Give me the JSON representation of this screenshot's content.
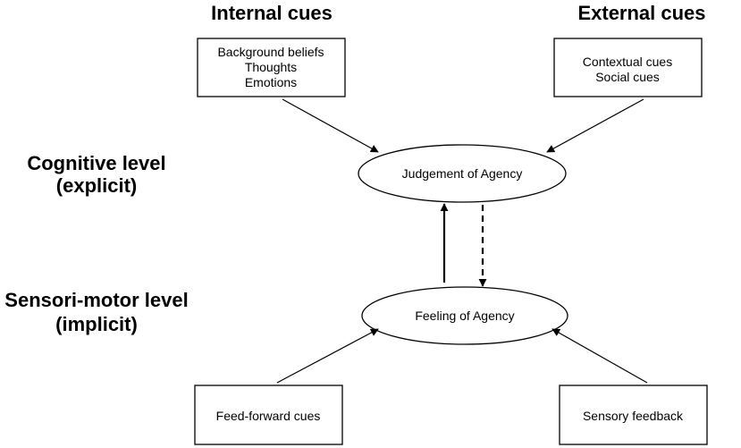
{
  "headings": {
    "internal_cues": "Internal cues",
    "external_cues": "External cues",
    "cognitive_level_line1": "Cognitive level",
    "cognitive_level_line2": "(explicit)",
    "sensorimotor_level_line1": "Sensori-motor level",
    "sensorimotor_level_line2": "(implicit)"
  },
  "boxes": {
    "internal": {
      "line1": "Background beliefs",
      "line2": "Thoughts",
      "line3": "Emotions"
    },
    "external": {
      "line1": "Contextual cues",
      "line2": "Social cues"
    },
    "feed_forward": "Feed-forward cues",
    "sensory_feedback": "Sensory feedback"
  },
  "nodes": {
    "judgement": "Judgement of Agency",
    "feeling": "Feeling of Agency"
  },
  "colors": {
    "stroke": "#000000",
    "fill": "#ffffff"
  }
}
